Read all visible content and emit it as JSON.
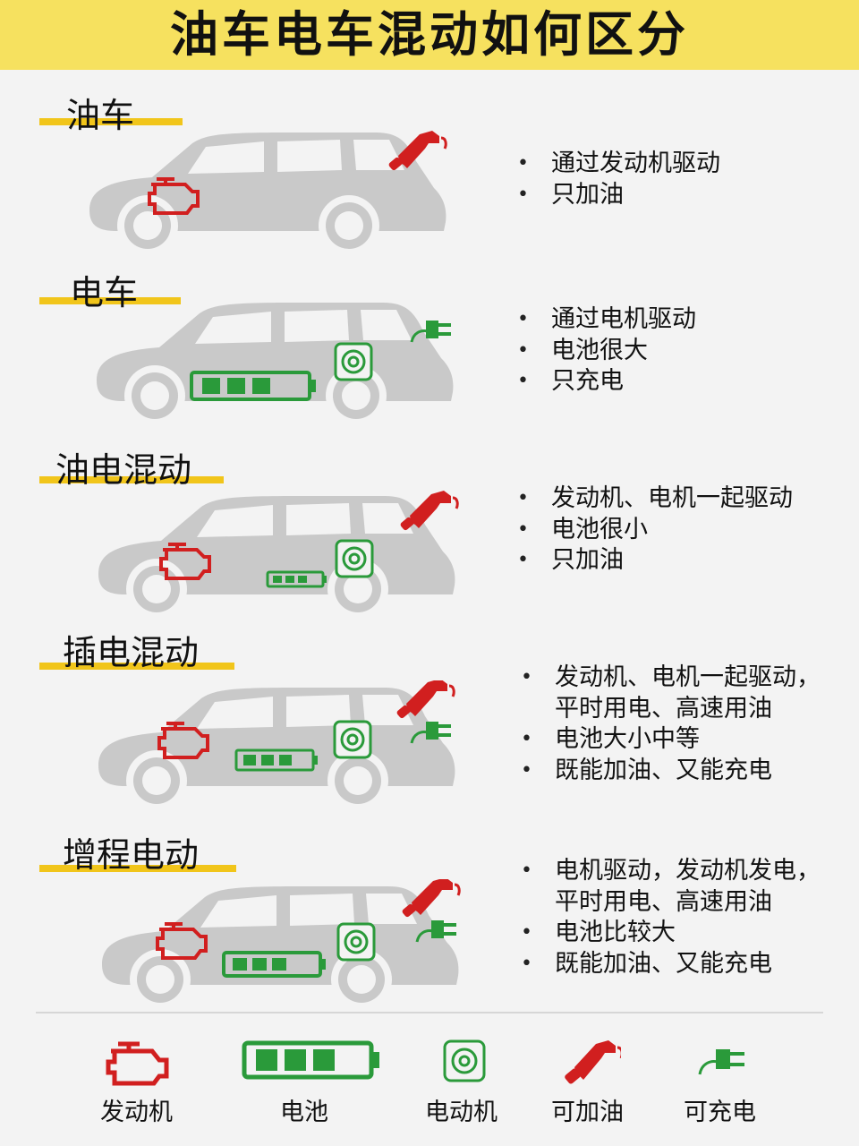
{
  "title": "油车电车混动如何区分",
  "colors": {
    "title_band": "#f6e15f",
    "underline": "#f1c51a",
    "car": "#c9c9c9",
    "engine": "#d11f1f",
    "battery": "#2a9a3a",
    "motor": "#2a9a3a",
    "fuel": "#d11f1f",
    "plug": "#2a9a3a"
  },
  "sections": [
    {
      "label": "油车",
      "bullets": [
        "通过发动机驱动",
        "只加油"
      ],
      "icons": [
        "engine-icon",
        "fuel-nozzle-icon"
      ]
    },
    {
      "label": "电车",
      "bullets": [
        "通过电机驱动",
        "电池很大",
        "只充电"
      ],
      "icons": [
        "battery-icon",
        "motor-icon",
        "plug-icon"
      ]
    },
    {
      "label": "油电混动",
      "bullets": [
        "发动机、电机一起驱动",
        "电池很小",
        "只加油"
      ],
      "icons": [
        "engine-icon",
        "battery-icon",
        "motor-icon",
        "fuel-nozzle-icon"
      ]
    },
    {
      "label": "插电混动",
      "bullets": [
        "发动机、电机一起驱动，",
        "平时用电、高速用油",
        "电池大小中等",
        "既能加油、又能充电"
      ],
      "icons": [
        "engine-icon",
        "battery-icon",
        "motor-icon",
        "fuel-nozzle-icon",
        "plug-icon"
      ]
    },
    {
      "label": "增程电动",
      "bullets": [
        "电机驱动，发动机发电，",
        "平时用电、高速用油",
        "电池比较大",
        "既能加油、又能充电"
      ],
      "icons": [
        "engine-icon",
        "battery-icon",
        "motor-icon",
        "fuel-nozzle-icon",
        "plug-icon"
      ]
    }
  ],
  "legend": [
    {
      "icon": "engine-icon",
      "label": "发动机"
    },
    {
      "icon": "battery-icon",
      "label": "电池"
    },
    {
      "icon": "motor-icon",
      "label": "电动机"
    },
    {
      "icon": "fuel-nozzle-icon",
      "label": "可加油"
    },
    {
      "icon": "plug-icon",
      "label": "可充电"
    }
  ]
}
